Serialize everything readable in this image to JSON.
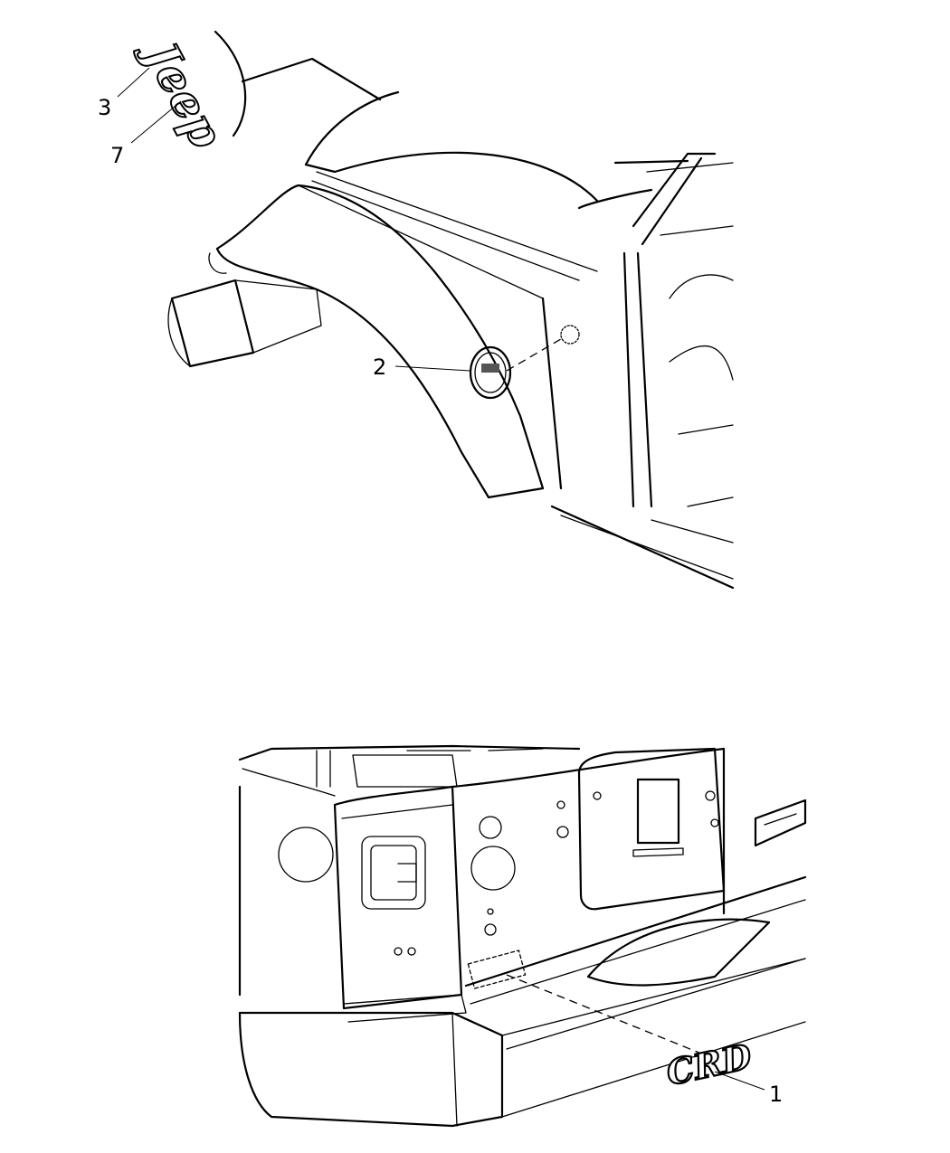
{
  "callouts": {
    "c1": "1",
    "c2": "2",
    "c3": "3",
    "c7": "7"
  },
  "emblems": {
    "hood_badge": "Jeep",
    "tailgate_badge": "CRD"
  }
}
